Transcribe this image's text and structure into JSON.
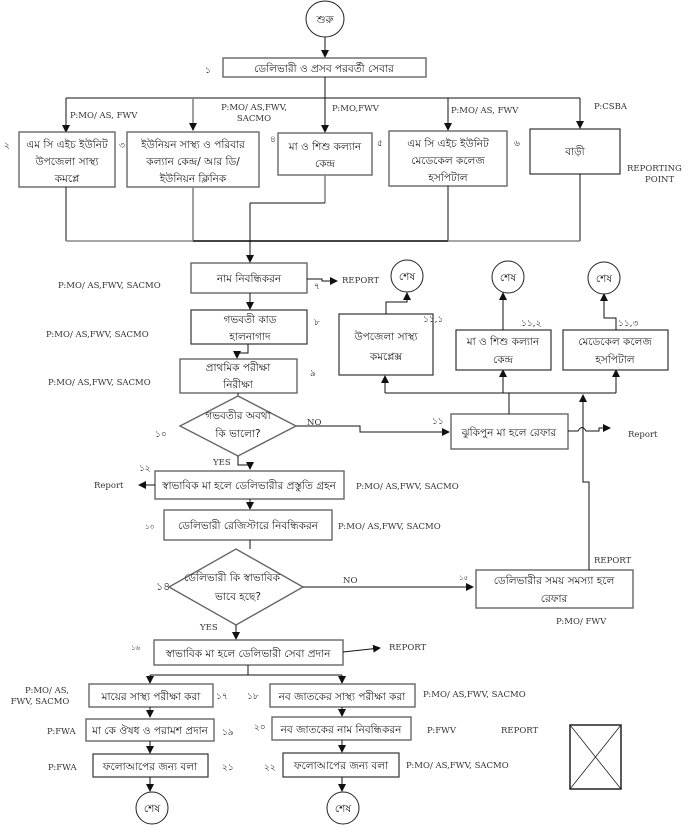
{
  "start": "শুরু",
  "end": "শেষ",
  "step1": {
    "num": "১",
    "label": "ডেলিভারী ও প্রসব পরবর্তী সেবার"
  },
  "facilities": [
    {
      "num": "২",
      "lines": [
        "এম সি এইচ ইউনিট",
        "উপজেলা সাস্থ্য",
        "কমপ্লে"
      ],
      "personnel": "P:MO/ AS, FWV"
    },
    {
      "num": "৩",
      "lines": [
        "ইউনিয়ন  সাস্থ্য ও পরিবার",
        "কল্যান কেন্দ্র/ আর ডি/",
        "ইউনিয়ন ক্লিনিক"
      ],
      "personnel": [
        "P:MO/ AS,FWV,",
        "SACMO"
      ]
    },
    {
      "num": "৪",
      "lines": [
        "মা ও শিশু কল্যান",
        "কেন্দ্র"
      ],
      "personnel": "P:MO,FWV"
    },
    {
      "num": "৫",
      "lines": [
        "এম সি এইচ ইউনিট",
        "মেডেকেল কলেজ",
        "হসপিটাল"
      ],
      "personnel": "P:MO/ AS, FWV"
    },
    {
      "num": "৬",
      "lines": [
        "বাড়ী"
      ],
      "personnel": "P:CSBA"
    }
  ],
  "reporting_point": [
    "REPORTING",
    "POINT"
  ],
  "step7": {
    "num": "৭",
    "label": "নাম নিবন্ধিকরন",
    "personnel": "P:MO/ AS,FWV, SACMO",
    "report": "REPORT"
  },
  "step8": {
    "num": "৮",
    "lines": [
      "গভবতী কাড",
      "হালনাগাদ"
    ],
    "personnel": "P:MO/ AS,FWV, SACMO"
  },
  "step9": {
    "num": "৯",
    "lines": [
      "প্রাথমিক পরীক্ষা",
      "নিরীক্ষা"
    ],
    "personnel": "P:MO/ AS,FWV, SACMO"
  },
  "step10": {
    "num": "১০",
    "lines": [
      "গভবতীর অবথা",
      "কি ভালো?"
    ],
    "yes": "YES",
    "no": "NO"
  },
  "step11": {
    "num": "১১",
    "label": "ঝুকিপুন মা হলে রেফার",
    "report": "Report"
  },
  "referrals": [
    {
      "num": "১১,১",
      "lines": [
        "উপজেলা সাস্থ্য",
        "কমপ্লেক্স"
      ]
    },
    {
      "num": "১১,২",
      "lines": [
        "মা ও শিশু কল্যান",
        "কেন্দ্র"
      ]
    },
    {
      "num": "১১,৩",
      "lines": [
        "মেডেকেল কলেজ",
        "হসপিটাল"
      ]
    }
  ],
  "step12": {
    "num": "১২",
    "label": "স্বাভাবিক  মা হলে ডেলিভারীর প্রস্তুতি গ্রহন",
    "personnel": "P:MO/ AS,FWV, SACMO",
    "report": "Report"
  },
  "step13": {
    "num": "১৩",
    "label": "ডেলিভারী রেজিস্টারে নিবন্ধিকরন",
    "personnel": "P:MO/ AS,FWV, SACMO"
  },
  "step14": {
    "num": "১৪",
    "lines": [
      "ডেলিভারী কি স্বাভাবিক",
      "ভাবে হছে?"
    ],
    "yes": "YES",
    "no": "NO"
  },
  "step15": {
    "num": "১৫",
    "lines": [
      "ডেলিভারীর সময় সমস্যা হলে",
      "রেফার"
    ],
    "personnel": "P:MO/ FWV",
    "report": "REPORT"
  },
  "step16": {
    "num": "১৬",
    "label": "স্বাভাবিক মা হলে ডেলিভারী সেবা প্রদান",
    "report": "REPORT"
  },
  "step17": {
    "num": "১৭",
    "label": "মায়ের সাস্থ্য পরীক্ষা করা",
    "personnel": [
      "P:MO/ AS,",
      "FWV, SACMO"
    ]
  },
  "step18": {
    "num": "১৮",
    "label": "নব জাতকের সাস্থ্য পরীক্ষা করা",
    "personnel": "P:MO/ AS,FWV, SACMO"
  },
  "step19": {
    "num": "১৯",
    "label": "মা কে ঔষধ ও পরামশ প্রদান",
    "personnel": "P:FWA"
  },
  "step20": {
    "num": "২০",
    "label": "নব জাতকের নাম নিবন্ধিকরন",
    "personnel": "P:FWV",
    "report": "REPORT"
  },
  "step21": {
    "num": "২১",
    "label": "ফলোআপের জন্য বলা",
    "personnel": "P:FWA"
  },
  "step22": {
    "num": "২২",
    "label": "ফলোআপের জন্য বলা",
    "personnel": "P:MO/ AS,FWV, SACMO"
  }
}
